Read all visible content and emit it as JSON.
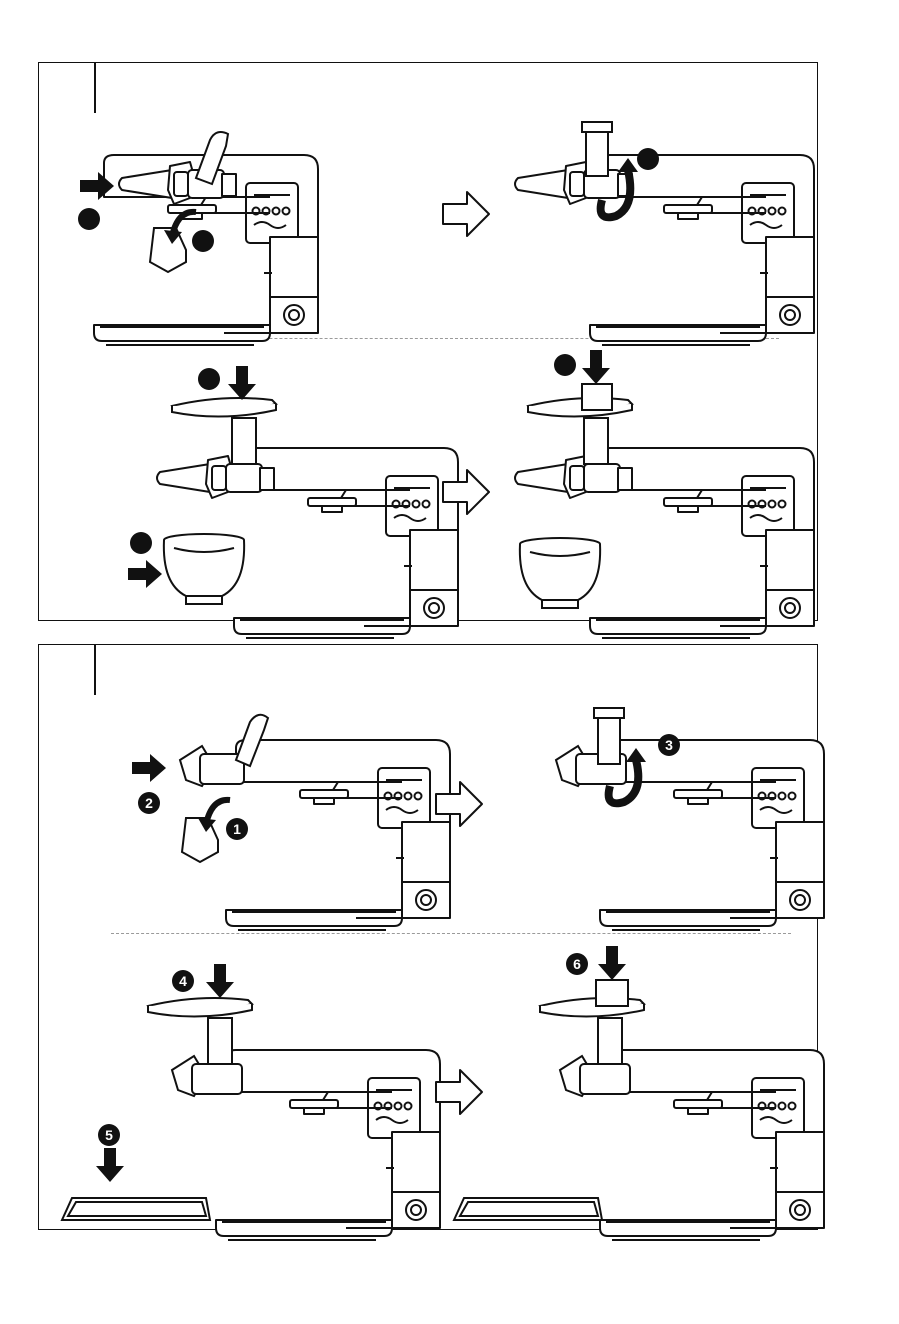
{
  "figures": [
    {
      "id": "A",
      "steps": [
        {
          "label": ""
        },
        {
          "label": ""
        },
        {
          "label": ""
        },
        {
          "label": ""
        },
        {
          "label": ""
        },
        {
          "label": ""
        }
      ]
    },
    {
      "id": "B",
      "steps": [
        {
          "label": "1"
        },
        {
          "label": "2"
        },
        {
          "label": "3"
        },
        {
          "label": "4"
        },
        {
          "label": "5"
        },
        {
          "label": "6"
        }
      ]
    }
  ],
  "icons": {
    "step_arrow": "outline-right-arrow-icon",
    "push_arrow": "solid-arrow-icon",
    "rotate_arrow": "rotate-arrow-icon"
  },
  "colors": {
    "ink": "#111111",
    "divider": "#9a9a9a",
    "badge_text": "#ffffff"
  }
}
